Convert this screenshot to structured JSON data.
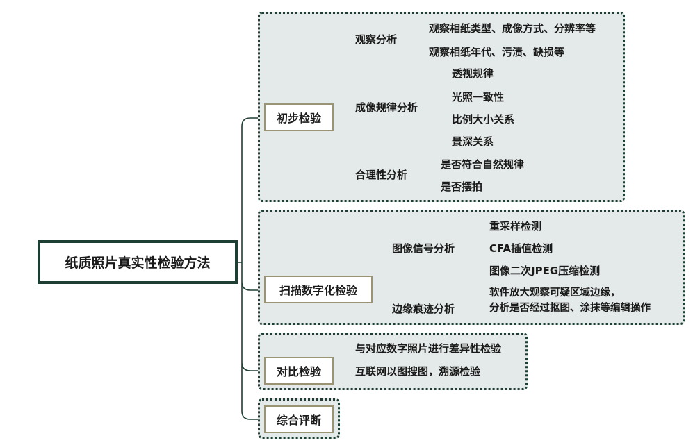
{
  "root": {
    "label": "纸质照片真实性检验方法"
  },
  "branches": [
    {
      "label": "初步检验",
      "children": [
        {
          "label": "观察分析",
          "children": [
            "观察相纸类型、成像方式、分辨率等",
            "观察相纸年代、污渍、缺损等"
          ]
        },
        {
          "label": "成像规律分析",
          "children": [
            "透视规律",
            "光照一致性",
            "比例大小关系",
            "景深关系"
          ]
        },
        {
          "label": "合理性分析",
          "children": [
            "是否符合自然规律",
            "是否摆拍"
          ]
        }
      ]
    },
    {
      "label": "扫描数字化检验",
      "children": [
        {
          "label": "图像信号分析",
          "children": [
            "重采样检测",
            "CFA插值检测",
            "图像二次JPEG压缩检测"
          ]
        },
        {
          "label": "边缘痕迹分析",
          "children": [
            "软件放大观察可疑区域边缘，",
            "分析是否经过抠图、涂抹等编辑操作"
          ]
        }
      ]
    },
    {
      "label": "对比检验",
      "children": [
        {
          "label": "与对应数字照片进行差异性检验"
        },
        {
          "label": "互联网以图搜图，溯源检验"
        }
      ]
    },
    {
      "label": "综合评断",
      "children": []
    }
  ],
  "colors": {
    "line": "#1e3f33",
    "group_bg": "#e4e9e9",
    "box_border": "#9a9474"
  }
}
